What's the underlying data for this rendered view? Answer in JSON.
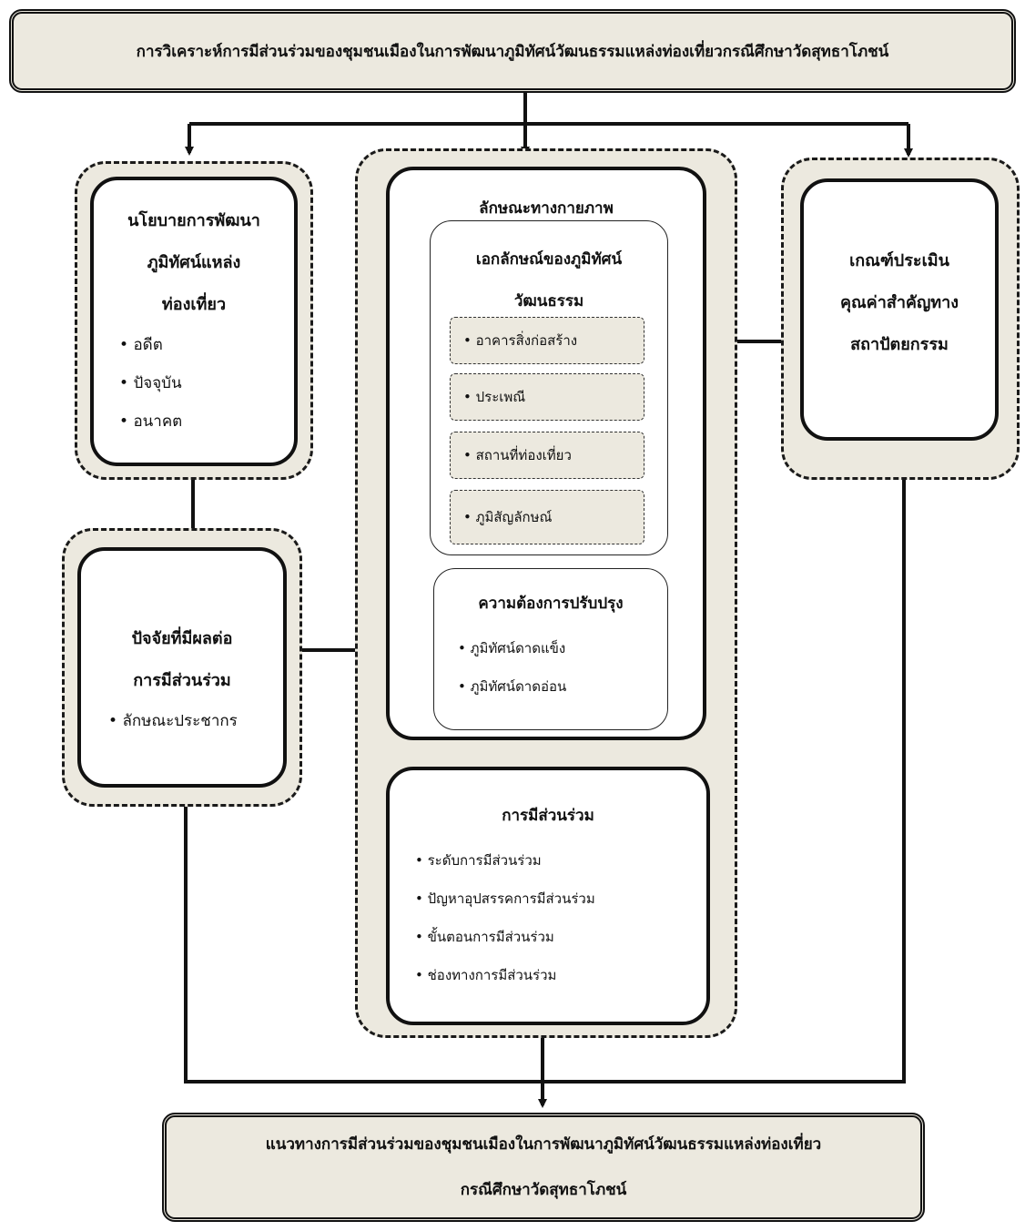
{
  "title": "การวิเคราะห์การมีส่วนร่วมของชุมชนเมืองในการพัฒนาภูมิทัศน์วัฒนธรรมแหล่งท่องเที่ยวกรณีศึกษาวัดสุทธาโภชน์",
  "policy": {
    "lines": [
      "นโยบายการพัฒนา",
      "ภูมิทัศน์แหล่ง",
      "ท่องเที่ยว"
    ],
    "items": [
      "อดีต",
      "ปัจจุบัน",
      "อนาคต"
    ]
  },
  "factors": {
    "lines": [
      "ปัจจัยที่มีผลต่อ",
      "การมีส่วนร่วม"
    ],
    "items": [
      "ลักษณะประชากร"
    ]
  },
  "physical": {
    "heading": "ลักษณะทางกายภาพ",
    "identity": {
      "lines": [
        "เอกลักษณ์ของภูมิทัศน์",
        "วัฒนธรรม"
      ],
      "items": [
        "อาคารสิ่งก่อสร้าง",
        "ประเพณี",
        "สถานที่ท่องเที่ยว",
        "ภูมิสัญลักษณ์"
      ]
    },
    "needs": {
      "heading": "ความต้องการปรับปรุง",
      "items": [
        "ภูมิทัศน์ดาดแข็ง",
        "ภูมิทัศน์ดาดอ่อน"
      ]
    }
  },
  "participation": {
    "heading": "การมีส่วนร่วม",
    "items": [
      "ระดับการมีส่วนร่วม",
      "ปัญหาอุปสรรคการมีส่วนร่วม",
      "ขั้นตอนการมีส่วนร่วม",
      "ช่องทางการมีส่วนร่วม"
    ]
  },
  "criteria": {
    "lines": [
      "เกณฑ์ประเมิน",
      "คุณค่าสำคัญทาง",
      "สถาปัตยกรรม"
    ]
  },
  "outcome": {
    "lines": [
      "แนวทางการมีส่วนร่วมของชุมชนเมืองในการพัฒนาภูมิทัศน์วัฒนธรรมแหล่งท่องเที่ยว",
      "กรณีศึกษาวัดสุทธาโภชน์"
    ]
  }
}
